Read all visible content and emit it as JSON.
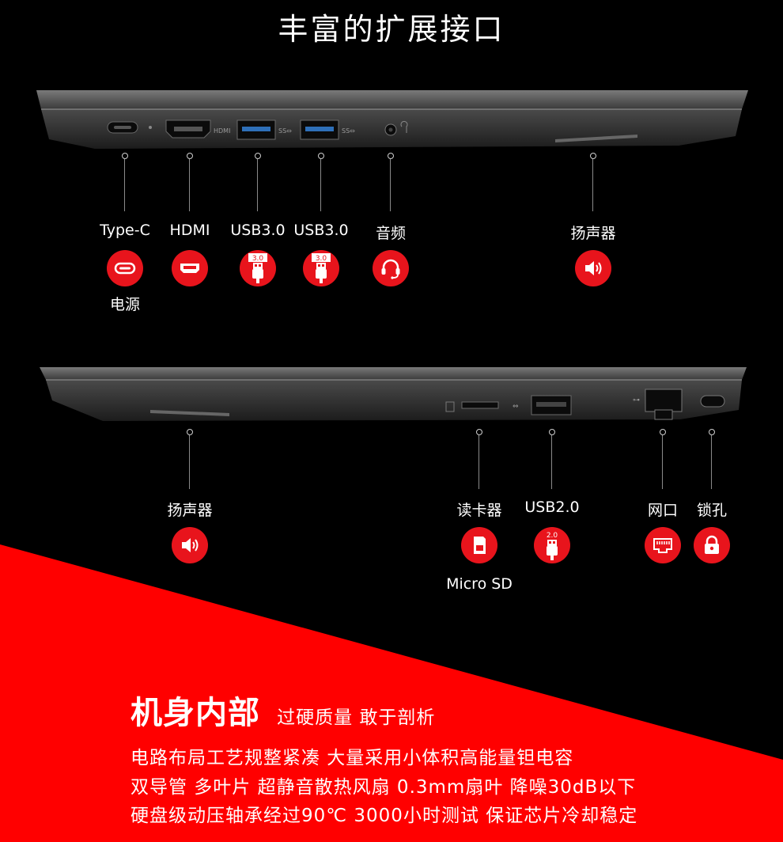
{
  "page_title": "丰富的扩展接口",
  "colors": {
    "accent_red": "#e8141c",
    "background": "#000000"
  },
  "ports_left": [
    {
      "label": "Type-C",
      "icon": "usb-c-icon",
      "sub": "电源"
    },
    {
      "label": "HDMI",
      "icon": "hdmi-icon"
    },
    {
      "label": "USB3.0",
      "icon": "usb-plug-icon",
      "badge_text": "3.0"
    },
    {
      "label": "USB3.0",
      "icon": "usb-plug-icon",
      "badge_text": "3.0"
    },
    {
      "label": "音频",
      "icon": "headset-icon"
    },
    {
      "label": "扬声器",
      "icon": "speaker-icon"
    }
  ],
  "ports_right": [
    {
      "label": "扬声器",
      "icon": "speaker-icon"
    },
    {
      "label": "读卡器",
      "icon": "sd-card-icon",
      "sub": "Micro SD"
    },
    {
      "label": "USB2.0",
      "icon": "usb-plug-icon",
      "badge_text": "2.0"
    },
    {
      "label": "网口",
      "icon": "ethernet-icon"
    },
    {
      "label": "锁孔",
      "icon": "lock-icon"
    }
  ],
  "laptop_marks": {
    "hdmi": "HDMI",
    "ss": "SS⇔"
  },
  "section": {
    "title": "机身内部",
    "tagline": "过硬质量 敢于剖析",
    "lines": [
      "电路布局工艺规整紧凑 大量采用小体积高能量钽电容",
      "双导管 多叶片 超静音散热风扇 0.3mm扇叶 降噪30dB以下",
      "硬盘级动压轴承经过90℃ 3000小时测试 保证芯片冷却稳定"
    ]
  }
}
